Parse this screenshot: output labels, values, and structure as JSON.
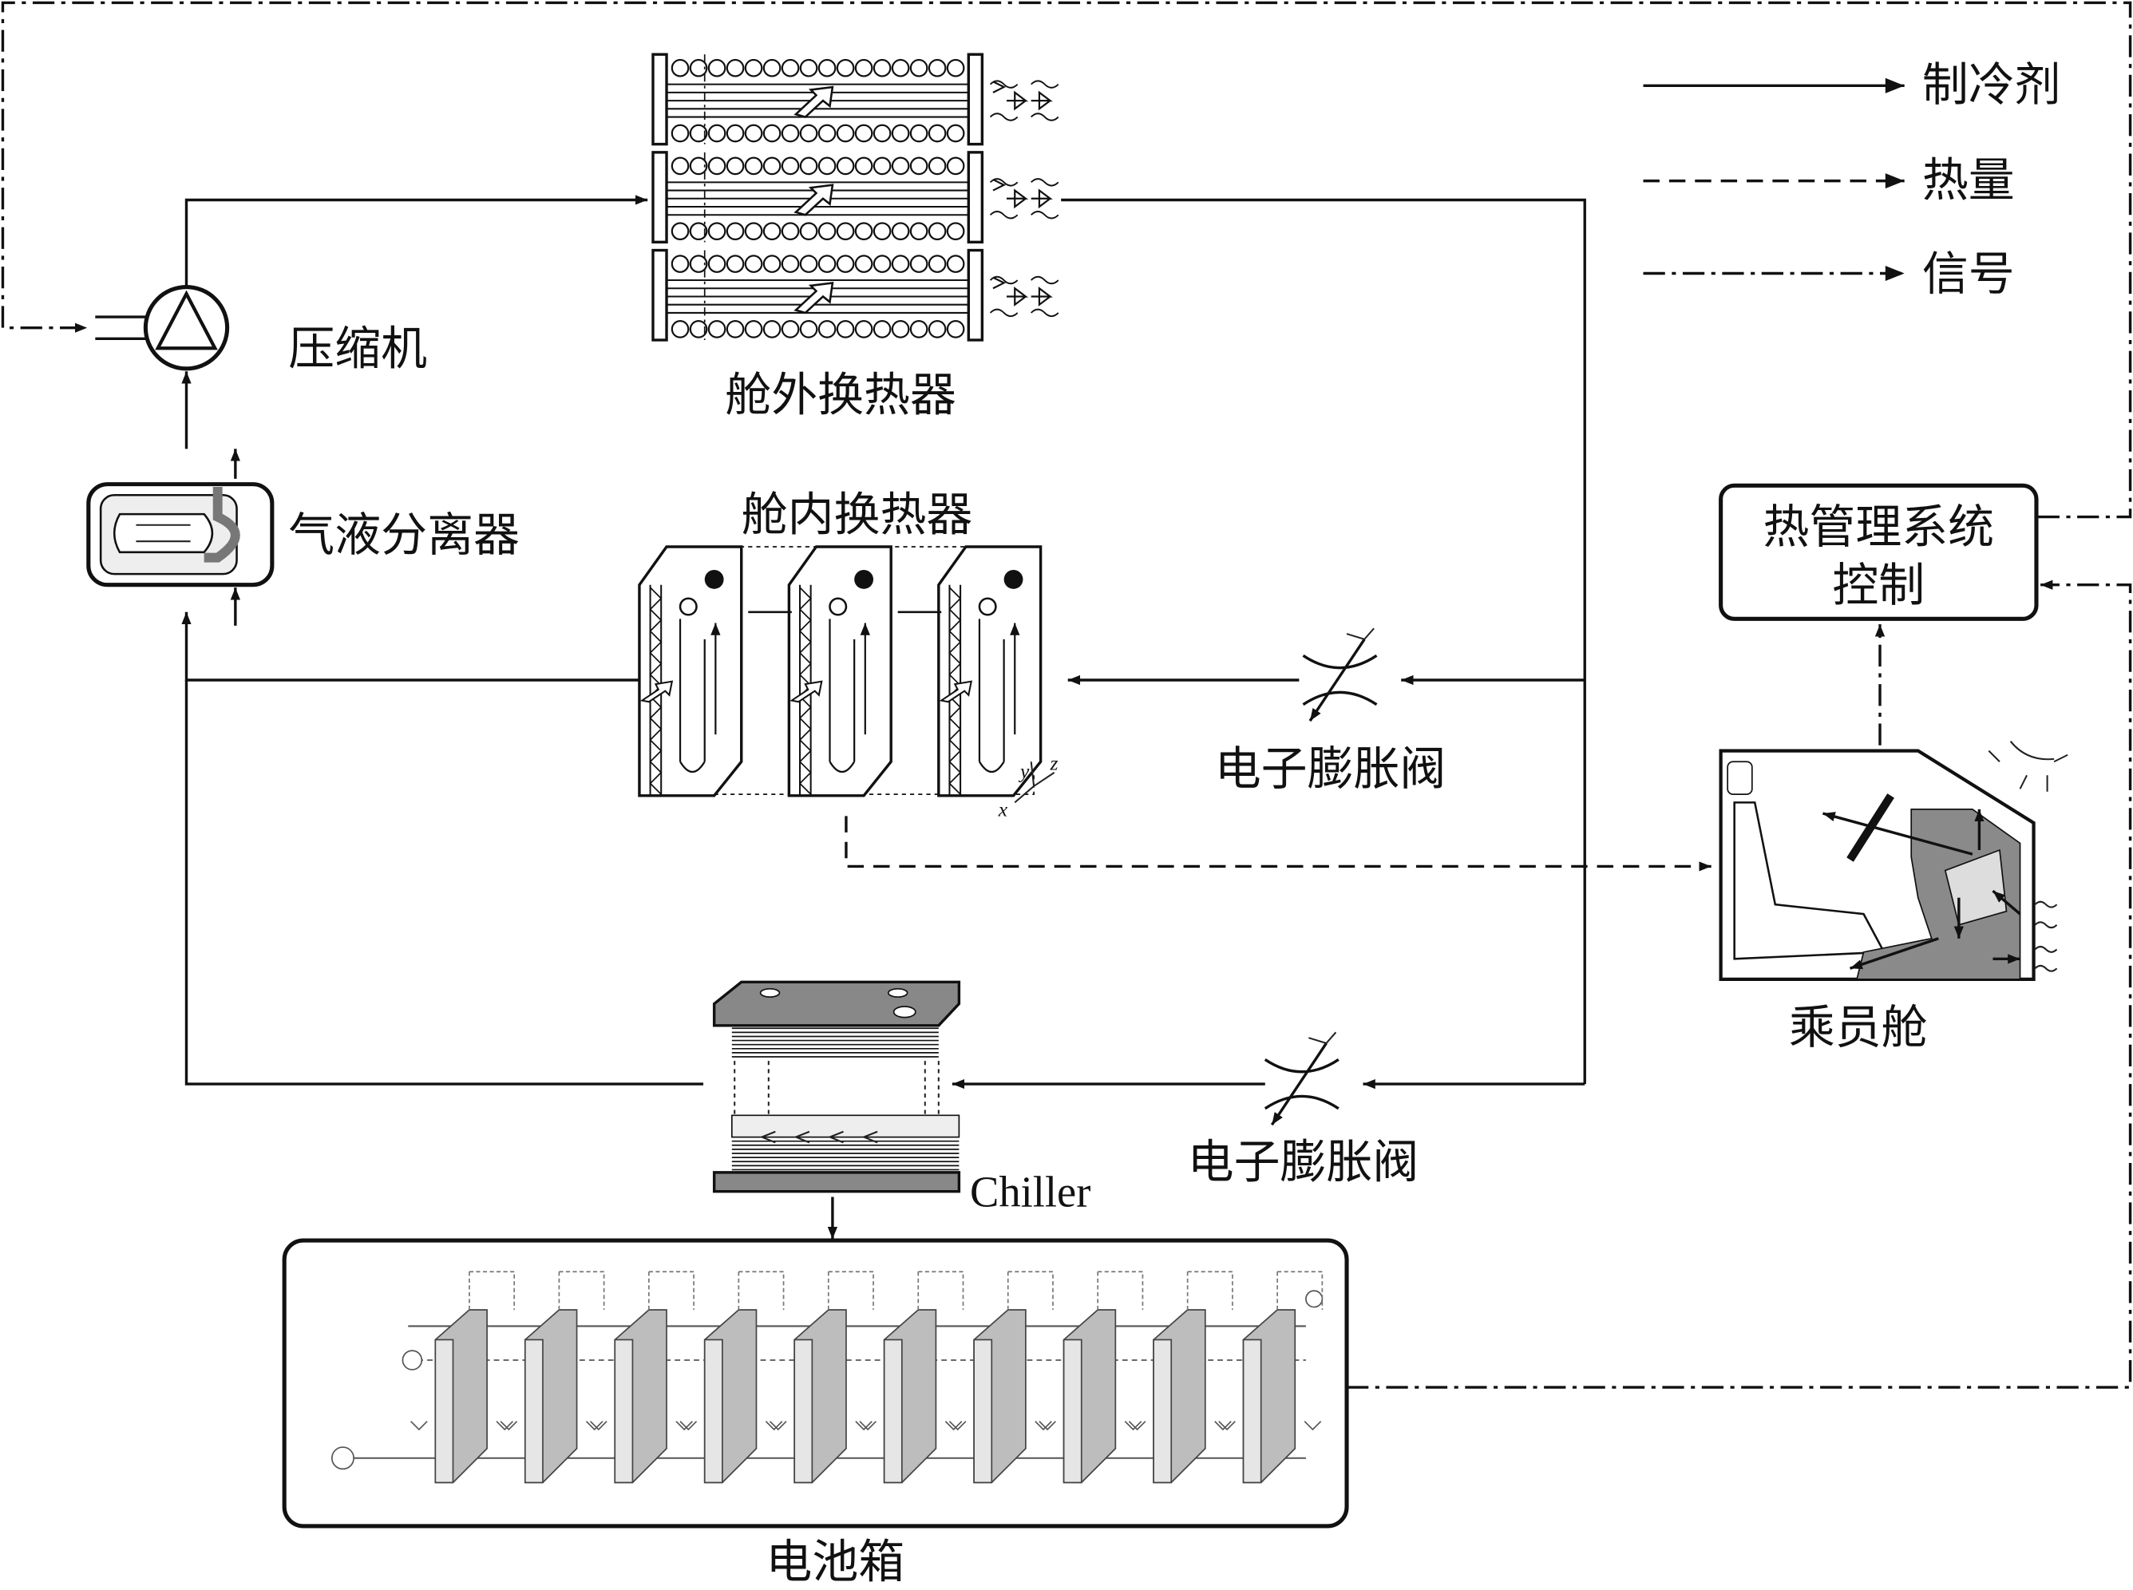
{
  "legend": {
    "refrigerant": "制冷剂",
    "heat": "热量",
    "signal": "信号"
  },
  "components": {
    "compressor": "压缩机",
    "outer_heat_exchanger": "舱外换热器",
    "separator": "气液分离器",
    "inner_heat_exchanger": "舱内换热器",
    "expansion_valve_1": "电子膨胀阀",
    "expansion_valve_2": "电子膨胀阀",
    "chiller": "Chiller",
    "battery_box": "电池箱",
    "control_line1": "热管理系统",
    "control_line2": "控制",
    "cabin": "乘员舱",
    "axis_x": "x",
    "axis_y": "y",
    "axis_z": "z"
  },
  "colors": {
    "line": "#111111",
    "gray_fill": "#8a8a8a",
    "light_gray": "#cfcfcf"
  }
}
